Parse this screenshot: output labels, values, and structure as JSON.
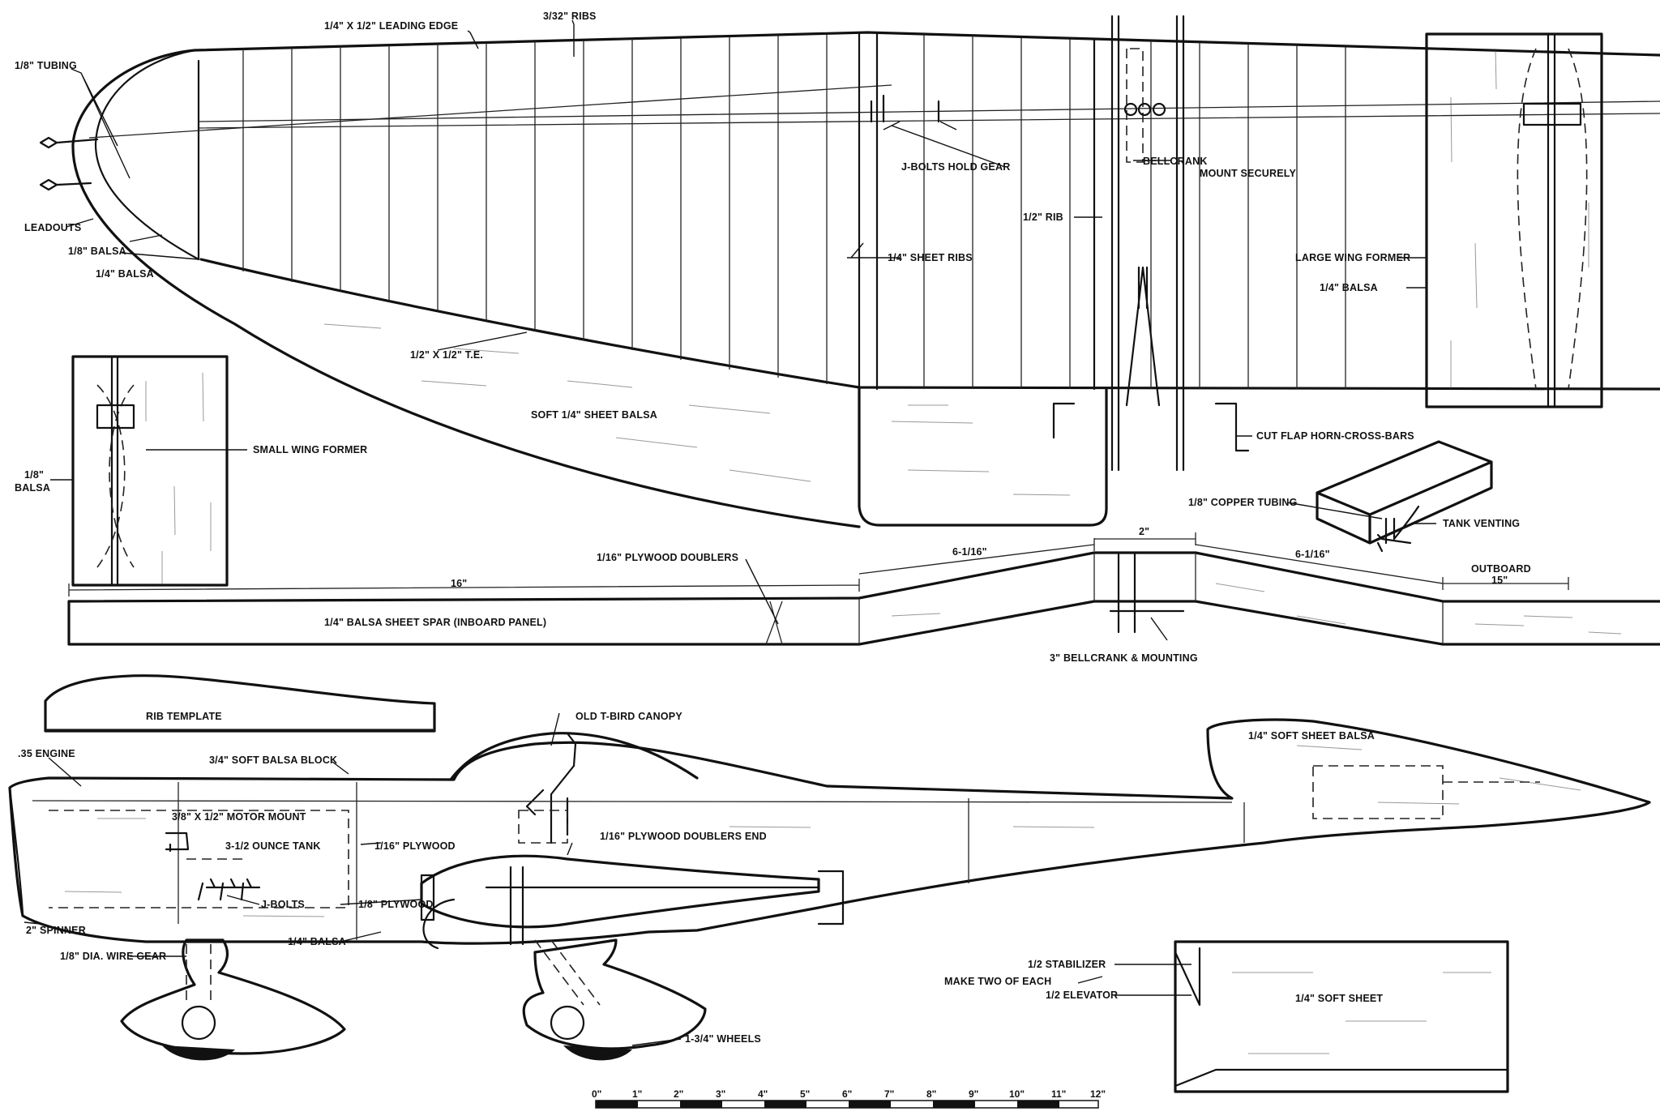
{
  "labels": {
    "tubing": "1/8\" TUBING",
    "leading_edge": "1/4\" X 1/2\" LEADING EDGE",
    "ribs_3_32": "3/32\" RIBS",
    "j_bolts_hold_gear": "J-BOLTS HOLD GEAR",
    "bellcrank": "BELLCRANK",
    "mount_securely": "MOUNT SECURELY",
    "leadouts": "LEADOUTS",
    "balsa_1_8": "1/8\" BALSA",
    "balsa_1_4_tip": "1/4\" BALSA",
    "rib_1_2": "1/2\" RIB",
    "sheet_ribs": "1/4\" SHEET RIBS",
    "trailing_edge": "1/2\" X 1/2\" T.E.",
    "soft_sheet_balsa": "SOFT 1/4\" SHEET BALSA",
    "cut_flap_horn": "CUT FLAP HORN-CROSS-BARS",
    "small_wing_former": "SMALL WING FORMER",
    "small_former_balsa_1": "1/8\"",
    "small_former_balsa_2": "BALSA",
    "large_wing_former": "LARGE WING FORMER",
    "large_former_balsa": "1/4\" BALSA",
    "copper_tubing": "1/8\" COPPER TUBING",
    "tank_venting": "TANK VENTING",
    "plywood_doublers": "1/16\" PLYWOOD DOUBLERS",
    "dim_16": "16\"",
    "dim_6_1_16_a": "6-1/16\"",
    "dim_2": "2\"",
    "dim_6_1_16_b": "6-1/16\"",
    "outboard": "OUTBOARD",
    "dim_15": "15\"",
    "spar": "1/4\" BALSA SHEET SPAR   (INBOARD PANEL)",
    "bellcrank_mounting": "3\" BELLCRANK & MOUNTING",
    "rib_template": "RIB TEMPLATE",
    "old_canopy": "OLD T-BIRD CANOPY",
    "engine": ".35 ENGINE",
    "soft_balsa_block": "3/4\" SOFT BALSA BLOCK",
    "motor_mount": "3/8\" X 1/2\" MOTOR MOUNT",
    "ounce_tank": "3-1/2 OUNCE TANK",
    "plywood_1_16": "1/16\" PLYWOOD",
    "doublers_end": "1/16\" PLYWOOD DOUBLERS END",
    "j_bolts": "J-BOLTS",
    "plywood_1_8": "1/8\" PLYWOOD",
    "spinner": "2\" SPINNER",
    "balsa_1_4_fuse": "1/4\" BALSA",
    "wire_gear": "1/8\" DIA. WIRE GEAR",
    "wheels": "1-3/4\" WHEELS",
    "fin_sheet": "1/4\" SOFT SHEET BALSA",
    "stabilizer": "1/2 STABILIZER",
    "make_two": "MAKE TWO OF EACH",
    "elevator": "1/2 ELEVATOR",
    "stab_sheet": "1/4\" SOFT SHEET"
  },
  "scale": {
    "ticks": [
      "0\"",
      "1\"",
      "2\"",
      "3\"",
      "4\"",
      "5\"",
      "6\"",
      "7\"",
      "8\"",
      "9\"",
      "10\"",
      "11\"",
      "12\""
    ]
  }
}
